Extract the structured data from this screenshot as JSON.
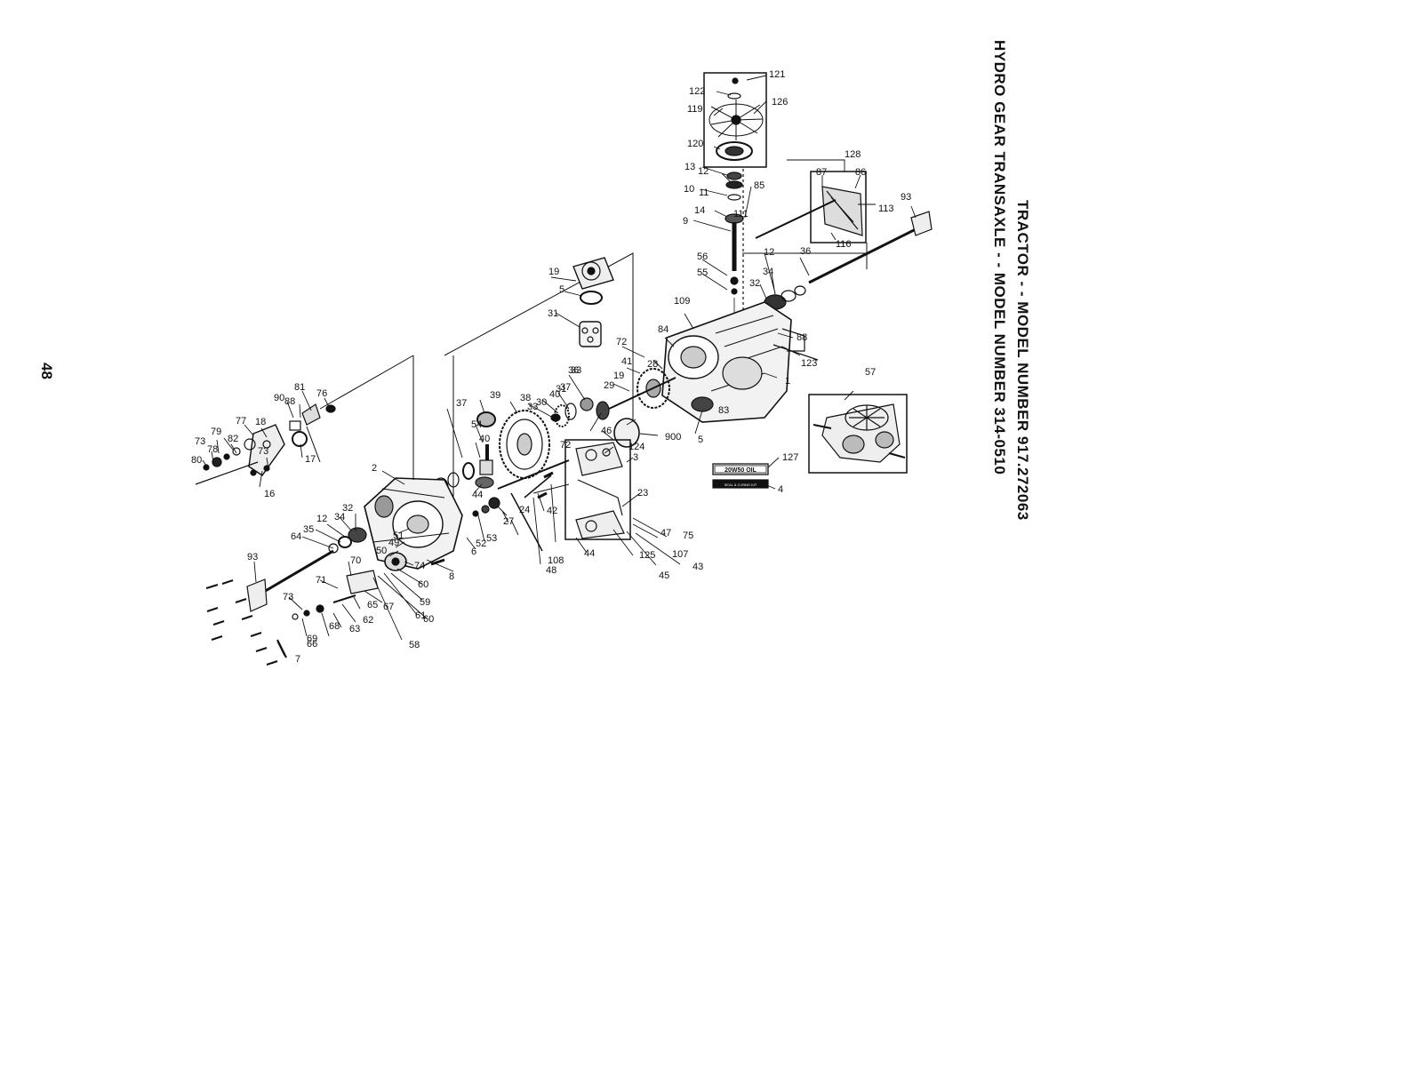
{
  "page_number": "48",
  "title_line1": "TRACTOR - - MODEL NUMBER 917.272063",
  "title_line2": "HYDRO GEAR TRANSAXLE - - MODEL NUMBER 314-0510",
  "labels": {
    "oil": "20W50 OIL",
    "seal": "SEAL & O-RING KIT"
  },
  "callouts": [
    "121",
    "122",
    "126",
    "119",
    "120",
    "13",
    "12",
    "10",
    "11",
    "14",
    "9",
    "111",
    "85",
    "128",
    "87",
    "86",
    "113",
    "93",
    "116",
    "36",
    "12",
    "34",
    "32",
    "56",
    "55",
    "109",
    "88",
    "123",
    "1",
    "83",
    "84",
    "72",
    "28",
    "41",
    "29",
    "19",
    "5",
    "900",
    "57",
    "127",
    "4",
    "19",
    "5",
    "31",
    "33",
    "37",
    "40",
    "30",
    "38",
    "39",
    "54",
    "40",
    "37",
    "33",
    "31",
    "36",
    "44",
    "72",
    "46",
    "3",
    "124",
    "23",
    "75",
    "47",
    "43",
    "107",
    "45",
    "125",
    "44",
    "108",
    "42",
    "24",
    "27",
    "53",
    "52",
    "48",
    "6",
    "8",
    "51",
    "49",
    "50",
    "74",
    "60",
    "59",
    "61",
    "60",
    "58",
    "70",
    "71",
    "65",
    "67",
    "62",
    "63",
    "68",
    "66",
    "69",
    "73",
    "7",
    "93",
    "64",
    "35",
    "12",
    "34",
    "32",
    "2",
    "81",
    "76",
    "90",
    "88",
    "77",
    "18",
    "79",
    "73",
    "78",
    "82",
    "80",
    "73",
    "16",
    "17"
  ]
}
